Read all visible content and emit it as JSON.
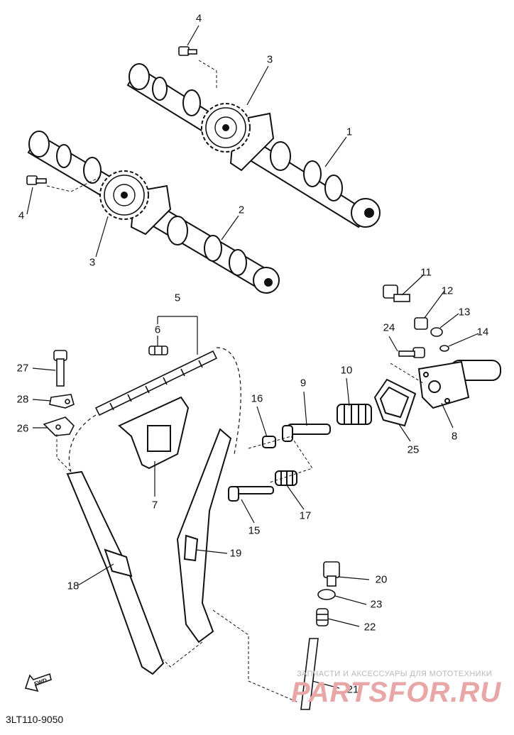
{
  "diagram_code": "3LT110-9050",
  "watermark": {
    "tagline": "ЗАПЧАСТИ И АКСЕССУАРЫ ДЛЯ МОТОТЕХНИКИ",
    "brand": "PARTSFOR.RU"
  },
  "fwd_mark": "FWD",
  "callouts": [
    {
      "id": "1",
      "text": "1"
    },
    {
      "id": "2",
      "text": "2"
    },
    {
      "id": "3a",
      "text": "3"
    },
    {
      "id": "3b",
      "text": "3"
    },
    {
      "id": "4a",
      "text": "4"
    },
    {
      "id": "4b",
      "text": "4"
    },
    {
      "id": "5",
      "text": "5"
    },
    {
      "id": "6",
      "text": "6"
    },
    {
      "id": "7",
      "text": "7"
    },
    {
      "id": "8",
      "text": "8"
    },
    {
      "id": "9",
      "text": "9"
    },
    {
      "id": "10",
      "text": "10"
    },
    {
      "id": "11",
      "text": "11"
    },
    {
      "id": "12",
      "text": "12"
    },
    {
      "id": "13",
      "text": "13"
    },
    {
      "id": "14",
      "text": "14"
    },
    {
      "id": "15",
      "text": "15"
    },
    {
      "id": "16",
      "text": "16"
    },
    {
      "id": "17",
      "text": "17"
    },
    {
      "id": "18",
      "text": "18"
    },
    {
      "id": "19",
      "text": "19"
    },
    {
      "id": "20",
      "text": "20"
    },
    {
      "id": "21",
      "text": "21"
    },
    {
      "id": "22",
      "text": "22"
    },
    {
      "id": "23",
      "text": "23"
    },
    {
      "id": "24",
      "text": "24"
    },
    {
      "id": "25",
      "text": "25"
    },
    {
      "id": "26",
      "text": "26"
    },
    {
      "id": "27",
      "text": "27"
    },
    {
      "id": "28",
      "text": "28"
    }
  ]
}
